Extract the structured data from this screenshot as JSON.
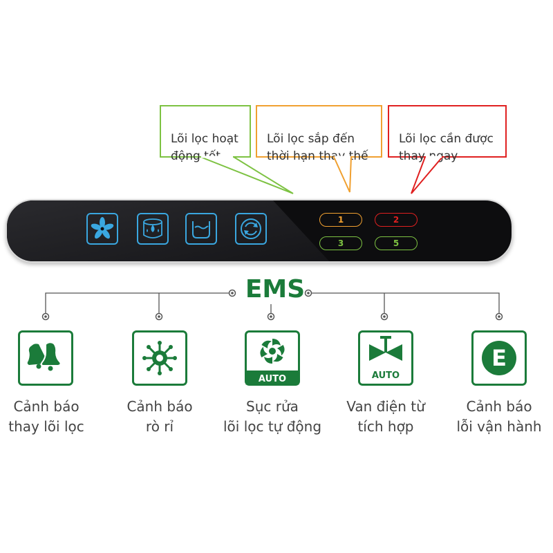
{
  "callouts": [
    {
      "text": "Lõi lọc hoạt\nđộng tốt",
      "color": "#7dc242"
    },
    {
      "text": "Lõi lọc sắp đến\nthời hạn thay thế",
      "color": "#f0a030"
    },
    {
      "text": "Lõi lọc cần được\nthay ngay",
      "color": "#e02020"
    }
  ],
  "panel": {
    "buttons": [
      {
        "icon": "fan-icon"
      },
      {
        "icon": "water-leak-icon"
      },
      {
        "icon": "tank-flush-icon"
      },
      {
        "icon": "cycle-icon"
      }
    ],
    "indicators": [
      {
        "label": "1",
        "color": "#f0a030"
      },
      {
        "label": "2",
        "color": "#e02020"
      },
      {
        "label": "3",
        "color": "#7dc242"
      },
      {
        "label": "5",
        "color": "#7dc242"
      }
    ],
    "button_color": "#3aa7e0"
  },
  "ems": {
    "title": "EMS",
    "color": "#1b7b3a",
    "features": [
      {
        "label": "Cảnh báo\nthay lõi lọc",
        "icon": "bells-icon"
      },
      {
        "label": "Cảnh báo\nrò rỉ",
        "icon": "leak-sensor-icon"
      },
      {
        "label": "Sục rửa\nlõi lọc tự động",
        "icon": "flush-auto-icon",
        "badge": "AUTO"
      },
      {
        "label": "Van điện từ\ntích hợp",
        "icon": "valve-auto-icon",
        "badge": "AUTO"
      },
      {
        "label": "Cảnh báo\nlỗi vận hành",
        "icon": "error-e-icon",
        "letter": "E"
      }
    ]
  }
}
